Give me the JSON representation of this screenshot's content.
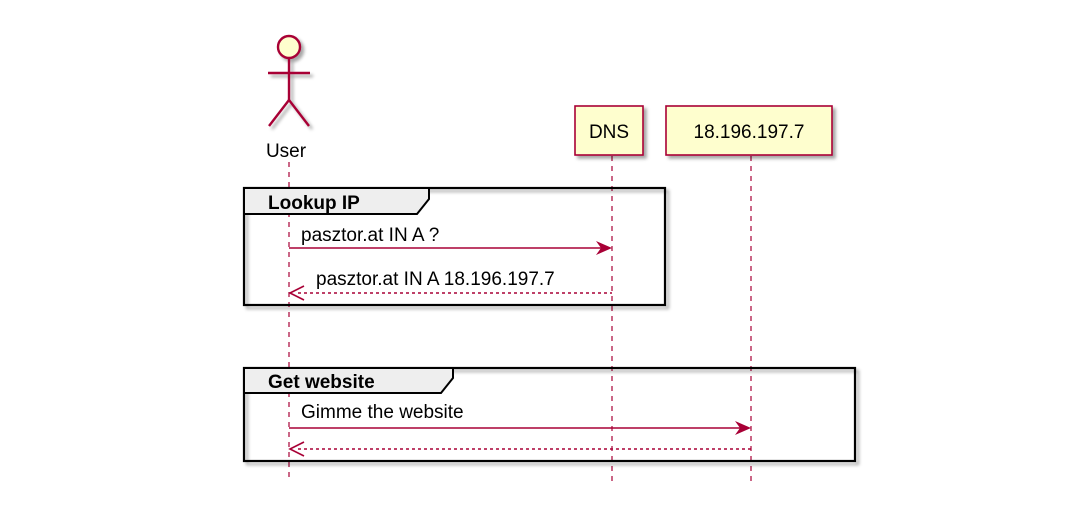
{
  "participants": {
    "user": "User",
    "dns": "DNS",
    "server": "18.196.197.7"
  },
  "groups": {
    "lookup": {
      "title": "Lookup IP",
      "request": "pasztor.at IN A ?",
      "response": "pasztor.at IN A 18.196.197.7"
    },
    "website": {
      "title": "Get website",
      "request": "Gimme the website",
      "response": ""
    }
  },
  "colors": {
    "line": "#a80036",
    "participant_fill": "#fefece",
    "group_tab_fill": "#eeeeee"
  }
}
